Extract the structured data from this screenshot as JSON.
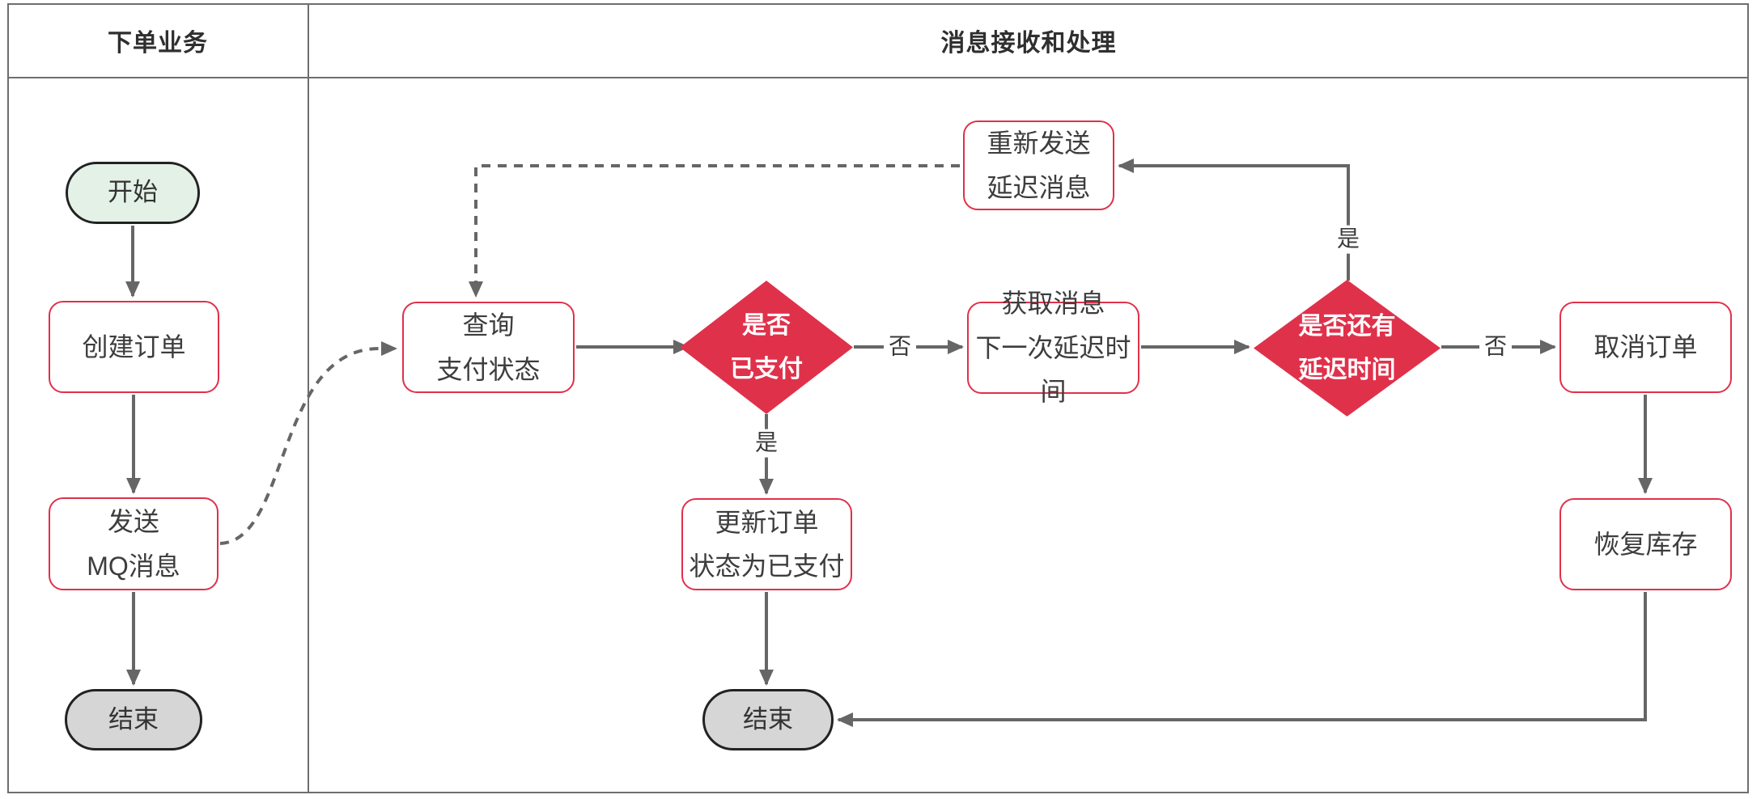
{
  "lanes": {
    "left_title": "下单业务",
    "right_title": "消息接收和处理"
  },
  "nodes": {
    "start": {
      "label": "开始",
      "type": "terminator"
    },
    "create_order": {
      "label": "创建订单",
      "type": "process"
    },
    "send_mq": {
      "label": "发送\nMQ消息",
      "type": "process"
    },
    "end_left": {
      "label": "结束",
      "type": "terminator"
    },
    "query_pay_status": {
      "label": "查询\n支付状态",
      "type": "process"
    },
    "is_paid": {
      "label": "是否\n已支付",
      "type": "decision"
    },
    "update_order": {
      "label": "更新订单\n状态为已支付",
      "type": "process"
    },
    "end_main": {
      "label": "结束",
      "type": "terminator"
    },
    "get_next_delay": {
      "label": "获取消息\n下一次延迟时间",
      "type": "process"
    },
    "has_delay": {
      "label": "是否还有\n延迟时间",
      "type": "decision"
    },
    "resend_delay": {
      "label": "重新发送\n延迟消息",
      "type": "process"
    },
    "cancel_order": {
      "label": "取消订单",
      "type": "process"
    },
    "restore_stock": {
      "label": "恢复库存",
      "type": "process"
    }
  },
  "edge_labels": {
    "is_paid_yes": "是",
    "is_paid_no": "否",
    "has_delay_yes": "是",
    "has_delay_no": "否"
  },
  "colors": {
    "red": "#e0314b",
    "start_fill": "#e4f1e6",
    "end_fill": "#d6d6d6",
    "line": "#666666",
    "frame": "#6e6e6e",
    "text": "#3d3d3d"
  }
}
